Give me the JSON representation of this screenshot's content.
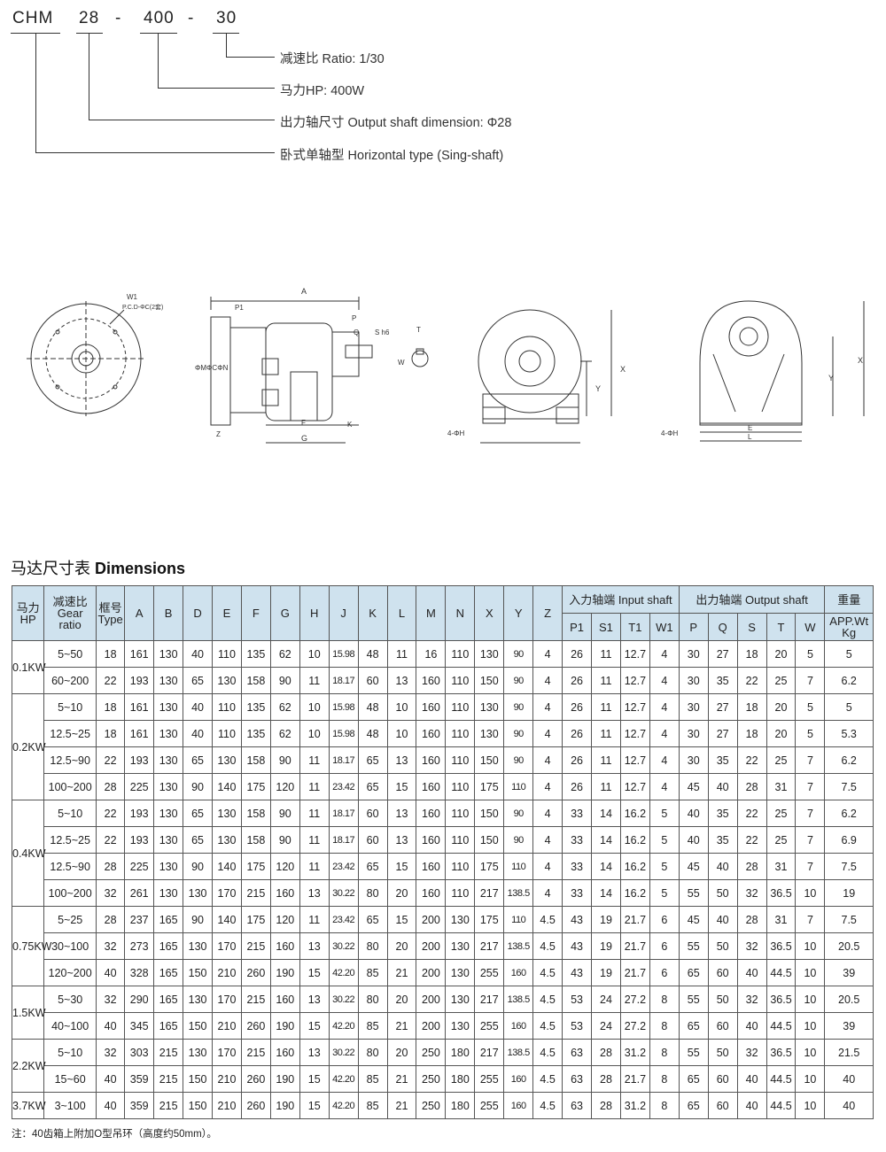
{
  "model_code": {
    "segments": [
      "CHM",
      "28",
      "-",
      "400",
      "-",
      "30"
    ],
    "callouts": [
      "减速比 Ratio: 1/30",
      "马力HP: 400W",
      "出力轴尺寸 Output shaft dimension: Φ28",
      "卧式单轴型 Horizontal type (Sing-shaft)"
    ]
  },
  "drawing_labels": {
    "w1": "W1",
    "pcd": "P.C.D-ΦC(2套)",
    "a": "A",
    "p1": "P1",
    "p": "P",
    "q": "Q",
    "s": "S h6",
    "t": "T",
    "w": "W",
    "phi_m": "ΦMΦCΦN",
    "z": "Z",
    "f": "F",
    "g": "G",
    "k": "K",
    "x": "X",
    "y": "Y",
    "phi_h": "4-ΦH",
    "e": "E",
    "l": "L"
  },
  "table": {
    "title_cn": "马达尺寸表",
    "title_en": "Dimensions",
    "headers": {
      "hp": [
        "马力",
        "HP"
      ],
      "ratio": [
        "减速比",
        "Gear ratio"
      ],
      "type": [
        "框号",
        "Type"
      ],
      "dims": [
        "A",
        "B",
        "D",
        "E",
        "F",
        "G",
        "H",
        "J",
        "K",
        "L",
        "M",
        "N",
        "X",
        "Y",
        "Z"
      ],
      "input_group": "入力轴端 Input shaft",
      "input_cols": [
        "P1",
        "S1",
        "T1",
        "W1"
      ],
      "output_group": "出力轴端 Output shaft",
      "output_cols": [
        "P",
        "Q",
        "S",
        "T",
        "W"
      ],
      "weight": [
        "重量",
        "APP.Wt",
        "Kg"
      ]
    },
    "groups": [
      {
        "hp": "0.1KW",
        "rows": [
          [
            "5~50",
            "18",
            "161",
            "130",
            "40",
            "110",
            "135",
            "62",
            "10",
            "15.98",
            "48",
            "11",
            "16",
            "110",
            "130",
            "90",
            "4",
            "26",
            "11",
            "12.7",
            "4",
            "30",
            "27",
            "18",
            "20",
            "5",
            "5"
          ],
          [
            "60~200",
            "22",
            "193",
            "130",
            "65",
            "130",
            "158",
            "90",
            "11",
            "18.17",
            "60",
            "13",
            "160",
            "110",
            "150",
            "90",
            "4",
            "26",
            "11",
            "12.7",
            "4",
            "30",
            "35",
            "22",
            "25",
            "7",
            "6.2"
          ]
        ]
      },
      {
        "hp": "0.2KW",
        "rows": [
          [
            "5~10",
            "18",
            "161",
            "130",
            "40",
            "110",
            "135",
            "62",
            "10",
            "15.98",
            "48",
            "10",
            "160",
            "110",
            "130",
            "90",
            "4",
            "26",
            "11",
            "12.7",
            "4",
            "30",
            "27",
            "18",
            "20",
            "5",
            "5"
          ],
          [
            "12.5~25",
            "18",
            "161",
            "130",
            "40",
            "110",
            "135",
            "62",
            "10",
            "15.98",
            "48",
            "10",
            "160",
            "110",
            "130",
            "90",
            "4",
            "26",
            "11",
            "12.7",
            "4",
            "30",
            "27",
            "18",
            "20",
            "5",
            "5.3"
          ],
          [
            "12.5~90",
            "22",
            "193",
            "130",
            "65",
            "130",
            "158",
            "90",
            "11",
            "18.17",
            "65",
            "13",
            "160",
            "110",
            "150",
            "90",
            "4",
            "26",
            "11",
            "12.7",
            "4",
            "30",
            "35",
            "22",
            "25",
            "7",
            "6.2"
          ],
          [
            "100~200",
            "28",
            "225",
            "130",
            "90",
            "140",
            "175",
            "120",
            "11",
            "23.42",
            "65",
            "15",
            "160",
            "110",
            "175",
            "110",
            "4",
            "26",
            "11",
            "12.7",
            "4",
            "45",
            "40",
            "28",
            "31",
            "7",
            "7.5"
          ]
        ]
      },
      {
        "hp": "0.4KW",
        "rows": [
          [
            "5~10",
            "22",
            "193",
            "130",
            "65",
            "130",
            "158",
            "90",
            "11",
            "18.17",
            "60",
            "13",
            "160",
            "110",
            "150",
            "90",
            "4",
            "33",
            "14",
            "16.2",
            "5",
            "40",
            "35",
            "22",
            "25",
            "7",
            "6.2"
          ],
          [
            "12.5~25",
            "22",
            "193",
            "130",
            "65",
            "130",
            "158",
            "90",
            "11",
            "18.17",
            "60",
            "13",
            "160",
            "110",
            "150",
            "90",
            "4",
            "33",
            "14",
            "16.2",
            "5",
            "40",
            "35",
            "22",
            "25",
            "7",
            "6.9"
          ],
          [
            "12.5~90",
            "28",
            "225",
            "130",
            "90",
            "140",
            "175",
            "120",
            "11",
            "23.42",
            "65",
            "15",
            "160",
            "110",
            "175",
            "110",
            "4",
            "33",
            "14",
            "16.2",
            "5",
            "45",
            "40",
            "28",
            "31",
            "7",
            "7.5"
          ],
          [
            "100~200",
            "32",
            "261",
            "130",
            "130",
            "170",
            "215",
            "160",
            "13",
            "30.22",
            "80",
            "20",
            "160",
            "110",
            "217",
            "138.5",
            "4",
            "33",
            "14",
            "16.2",
            "5",
            "55",
            "50",
            "32",
            "36.5",
            "10",
            "19"
          ]
        ]
      },
      {
        "hp": "0.75KW",
        "rows": [
          [
            "5~25",
            "28",
            "237",
            "165",
            "90",
            "140",
            "175",
            "120",
            "11",
            "23.42",
            "65",
            "15",
            "200",
            "130",
            "175",
            "110",
            "4.5",
            "43",
            "19",
            "21.7",
            "6",
            "45",
            "40",
            "28",
            "31",
            "7",
            "7.5"
          ],
          [
            "30~100",
            "32",
            "273",
            "165",
            "130",
            "170",
            "215",
            "160",
            "13",
            "30.22",
            "80",
            "20",
            "200",
            "130",
            "217",
            "138.5",
            "4.5",
            "43",
            "19",
            "21.7",
            "6",
            "55",
            "50",
            "32",
            "36.5",
            "10",
            "20.5"
          ],
          [
            "120~200",
            "40",
            "328",
            "165",
            "150",
            "210",
            "260",
            "190",
            "15",
            "42.20",
            "85",
            "21",
            "200",
            "130",
            "255",
            "160",
            "4.5",
            "43",
            "19",
            "21.7",
            "6",
            "65",
            "60",
            "40",
            "44.5",
            "10",
            "39"
          ]
        ]
      },
      {
        "hp": "1.5KW",
        "rows": [
          [
            "5~30",
            "32",
            "290",
            "165",
            "130",
            "170",
            "215",
            "160",
            "13",
            "30.22",
            "80",
            "20",
            "200",
            "130",
            "217",
            "138.5",
            "4.5",
            "53",
            "24",
            "27.2",
            "8",
            "55",
            "50",
            "32",
            "36.5",
            "10",
            "20.5"
          ],
          [
            "40~100",
            "40",
            "345",
            "165",
            "150",
            "210",
            "260",
            "190",
            "15",
            "42.20",
            "85",
            "21",
            "200",
            "130",
            "255",
            "160",
            "4.5",
            "53",
            "24",
            "27.2",
            "8",
            "65",
            "60",
            "40",
            "44.5",
            "10",
            "39"
          ]
        ]
      },
      {
        "hp": "2.2KW",
        "rows": [
          [
            "5~10",
            "32",
            "303",
            "215",
            "130",
            "170",
            "215",
            "160",
            "13",
            "30.22",
            "80",
            "20",
            "250",
            "180",
            "217",
            "138.5",
            "4.5",
            "63",
            "28",
            "31.2",
            "8",
            "55",
            "50",
            "32",
            "36.5",
            "10",
            "21.5"
          ],
          [
            "15~60",
            "40",
            "359",
            "215",
            "150",
            "210",
            "260",
            "190",
            "15",
            "42.20",
            "85",
            "21",
            "250",
            "180",
            "255",
            "160",
            "4.5",
            "63",
            "28",
            "21.7",
            "8",
            "65",
            "60",
            "40",
            "44.5",
            "10",
            "40"
          ]
        ]
      },
      {
        "hp": "3.7KW",
        "rows": [
          [
            "3~100",
            "40",
            "359",
            "215",
            "150",
            "210",
            "260",
            "190",
            "15",
            "42.20",
            "85",
            "21",
            "250",
            "180",
            "255",
            "160",
            "4.5",
            "63",
            "28",
            "31.2",
            "8",
            "65",
            "60",
            "40",
            "44.5",
            "10",
            "40"
          ]
        ]
      }
    ],
    "note": "注：40齿箱上附加O型吊环（高度约50mm）。"
  }
}
